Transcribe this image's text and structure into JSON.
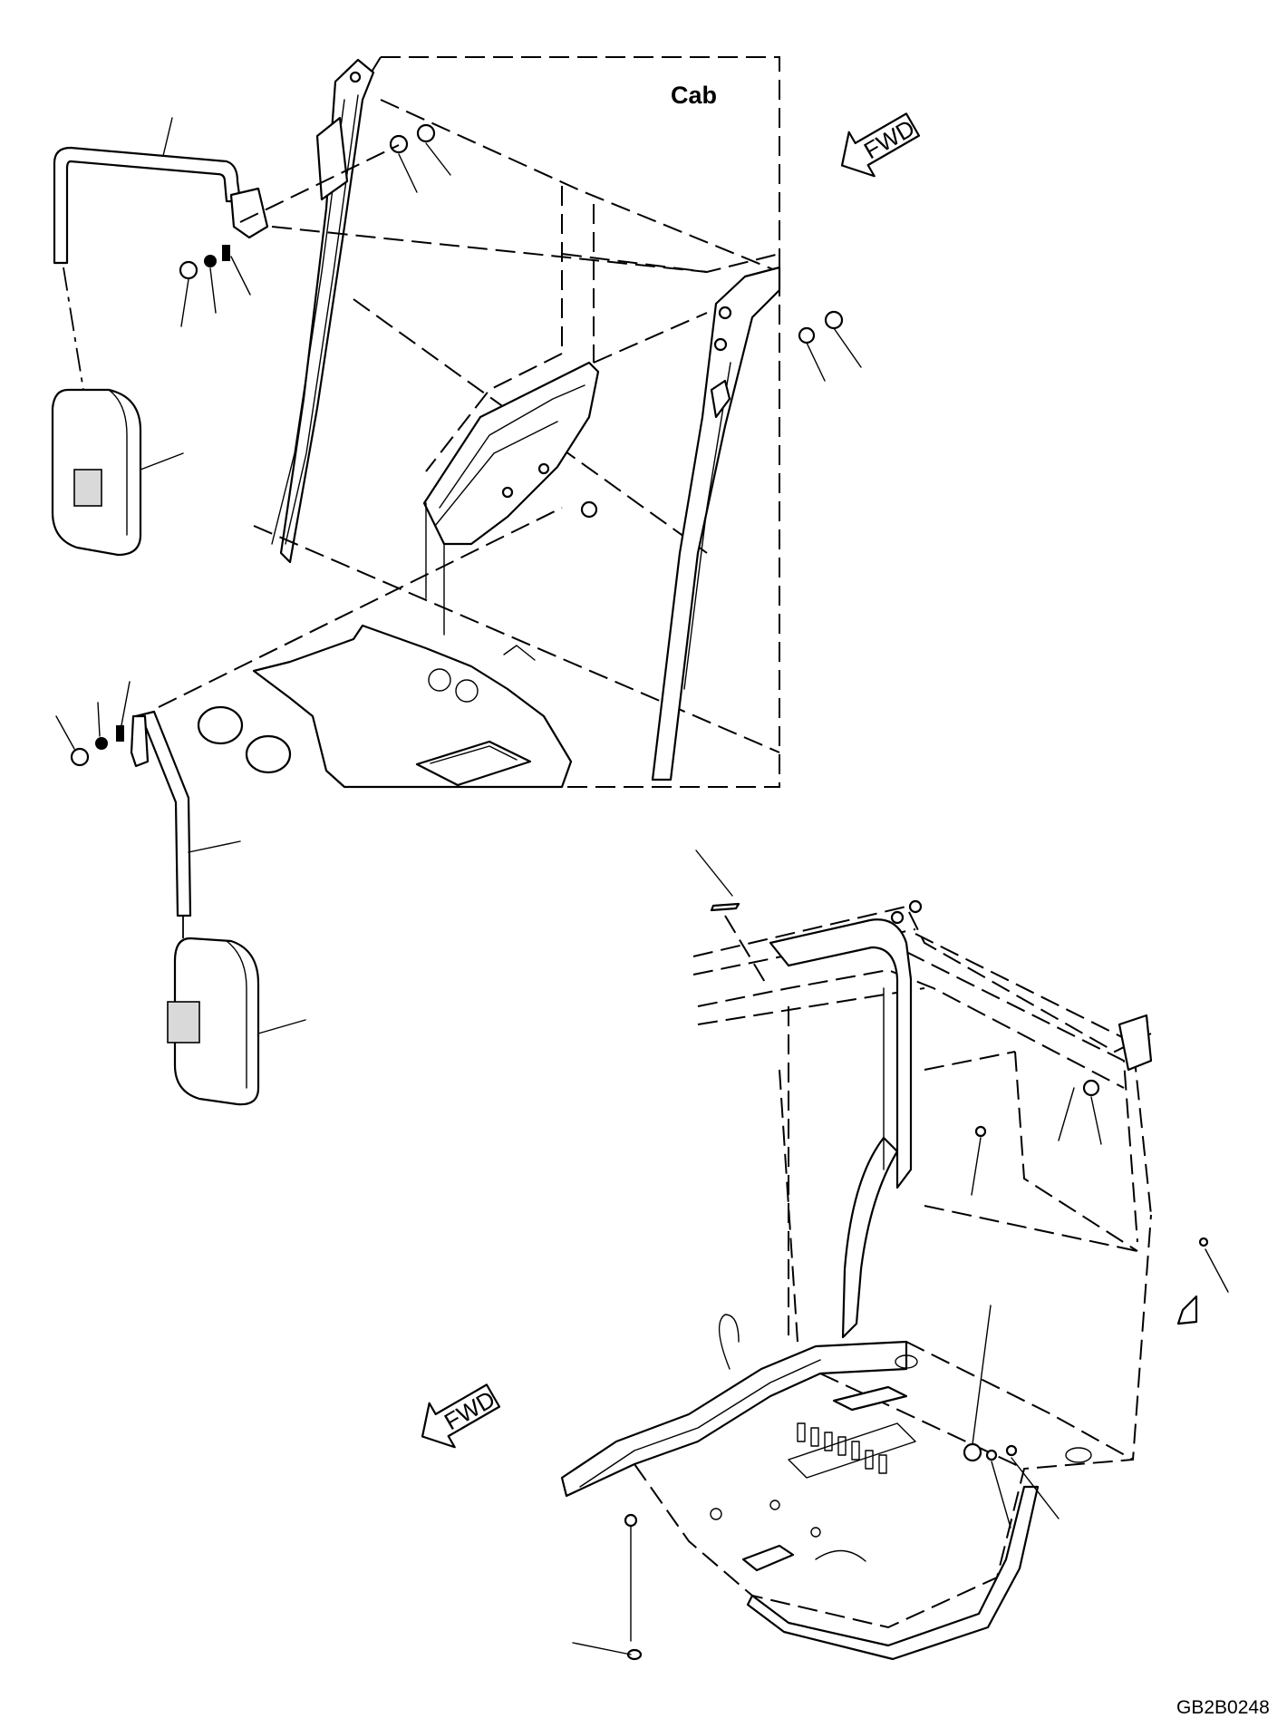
{
  "diagram": {
    "cab_label": "Cab",
    "fwd_label": "FWD",
    "drawing_code": "GB2B0248"
  }
}
